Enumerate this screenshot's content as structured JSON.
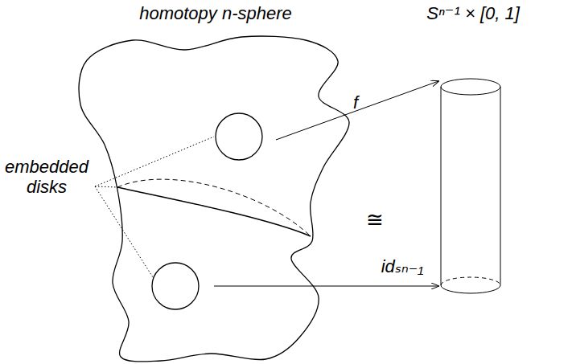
{
  "diagram": {
    "labels": [
      "homotopy n-sphere",
      "Sⁿ⁻¹ × [0, 1]",
      "embedded disks",
      "f",
      "≅",
      "idₛₙ₋₁"
    ]
  }
}
